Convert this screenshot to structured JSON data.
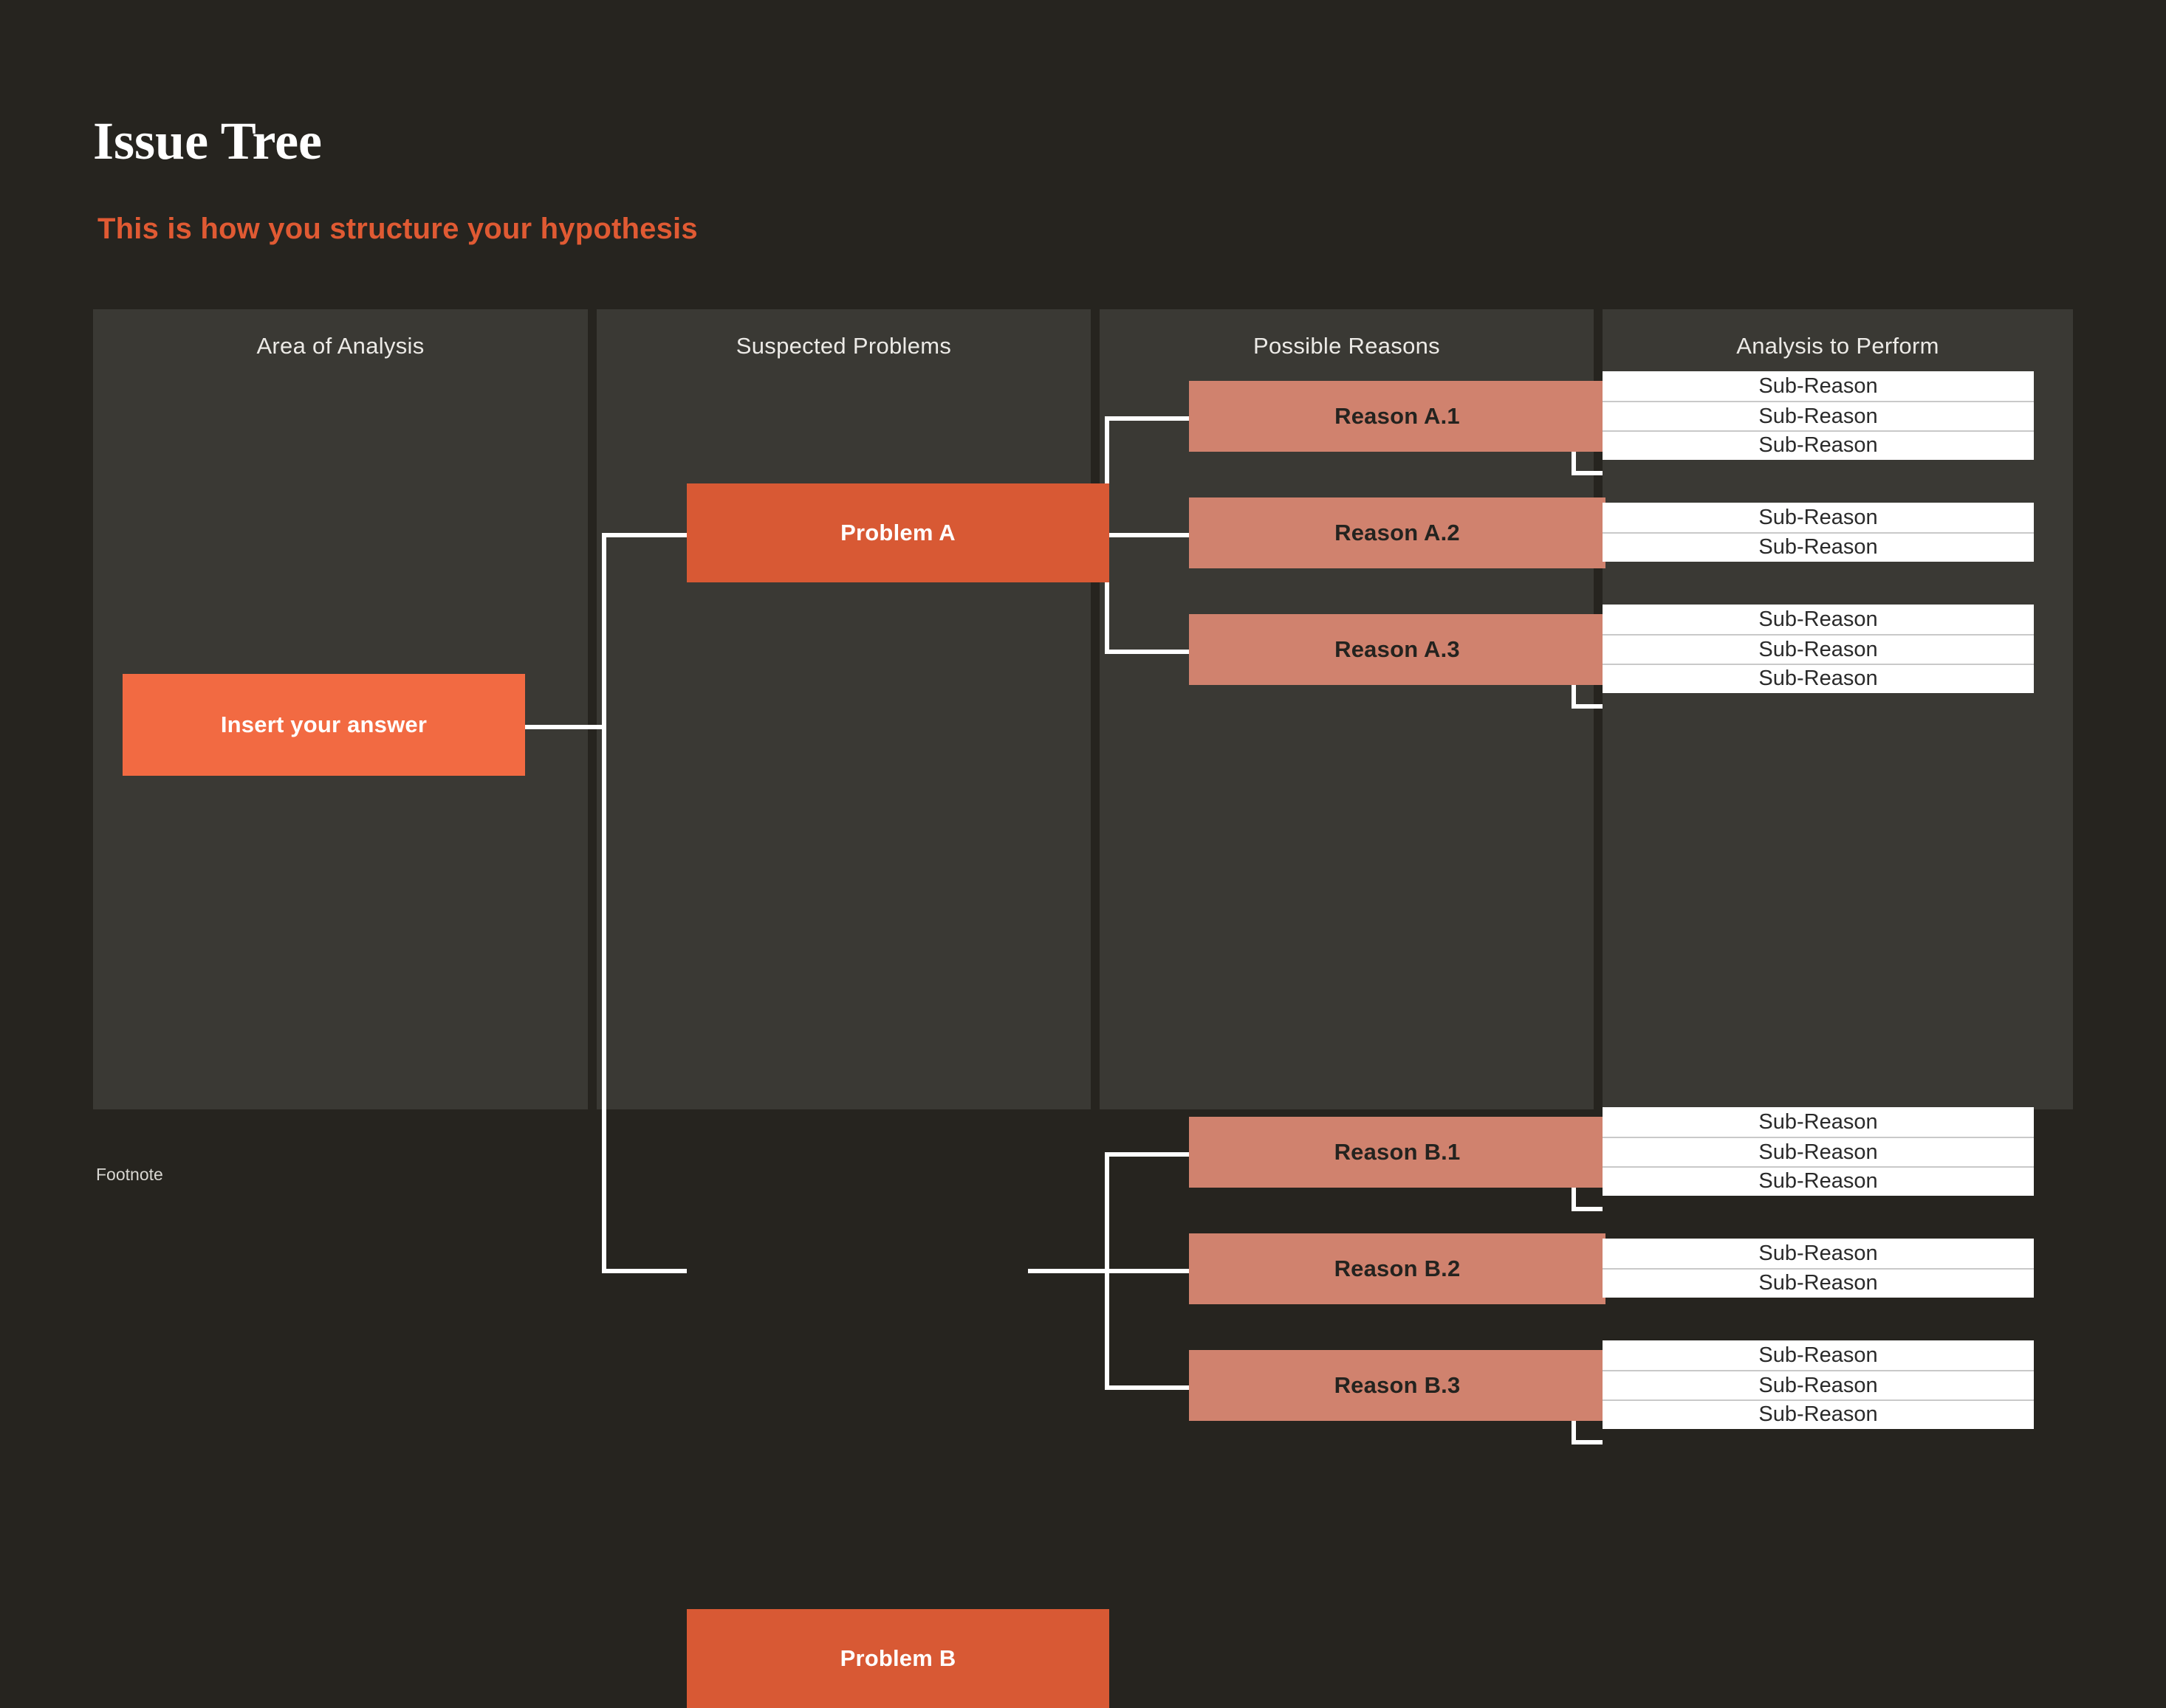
{
  "header": {
    "title": "Issue Tree",
    "subtitle": "This is how you structure your hypothesis",
    "footnote": "Footnote"
  },
  "colors": {
    "page_background": "#26241F",
    "panel_background": "#3A3934",
    "root_node": "#F26A42",
    "problem_node": "#D85934",
    "reason_node": "#D0826E",
    "subreason_node": "#FFFFFF",
    "accent_text": "#E05A33",
    "connector": "#FFFFFF"
  },
  "columns": [
    {
      "label": "Area of Analysis"
    },
    {
      "label": "Suspected Problems"
    },
    {
      "label": "Possible Reasons"
    },
    {
      "label": "Analysis to Perform"
    }
  ],
  "tree": {
    "root": {
      "label": "Insert your answer"
    },
    "problems": [
      {
        "label": "Problem A",
        "reasons": [
          {
            "label": "Reason A.1",
            "subreasons": [
              "Sub-Reason",
              "Sub-Reason",
              "Sub-Reason"
            ]
          },
          {
            "label": "Reason A.2",
            "subreasons": [
              "Sub-Reason",
              "Sub-Reason"
            ]
          },
          {
            "label": "Reason A.3",
            "subreasons": [
              "Sub-Reason",
              "Sub-Reason",
              "Sub-Reason"
            ]
          }
        ]
      },
      {
        "label": "Problem B",
        "reasons": [
          {
            "label": "Reason B.1",
            "subreasons": [
              "Sub-Reason",
              "Sub-Reason",
              "Sub-Reason"
            ]
          },
          {
            "label": "Reason B.2",
            "subreasons": [
              "Sub-Reason",
              "Sub-Reason"
            ]
          },
          {
            "label": "Reason B.3",
            "subreasons": [
              "Sub-Reason",
              "Sub-Reason",
              "Sub-Reason"
            ]
          }
        ]
      }
    ]
  }
}
